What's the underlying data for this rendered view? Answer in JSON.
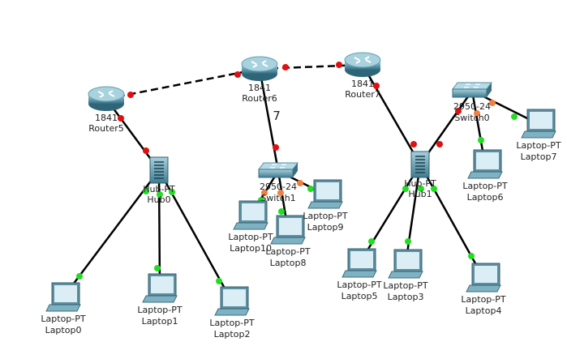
{
  "devices": [
    {
      "id": "router5",
      "type": "router",
      "model": "1841",
      "name": "Router5"
    },
    {
      "id": "router6",
      "type": "router",
      "model": "1841",
      "name": "Router6"
    },
    {
      "id": "router7",
      "type": "router",
      "model": "1841",
      "name": "Router7"
    },
    {
      "id": "hub0",
      "type": "hub",
      "model": "Hub-PT",
      "name": "Hub0"
    },
    {
      "id": "hub1",
      "type": "hub",
      "model": "Hub-PT",
      "name": "Hub1"
    },
    {
      "id": "switch1",
      "type": "switch",
      "model": "2950-24",
      "name": "Switch1"
    },
    {
      "id": "switch0",
      "type": "switch",
      "model": "2950-24",
      "name": "Switch0"
    },
    {
      "id": "laptop0",
      "type": "laptop",
      "model": "Laptop-PT",
      "name": "Laptop0"
    },
    {
      "id": "laptop1",
      "type": "laptop",
      "model": "Laptop-PT",
      "name": "Laptop1"
    },
    {
      "id": "laptop2",
      "type": "laptop",
      "model": "Laptop-PT",
      "name": "Laptop2"
    },
    {
      "id": "laptop10",
      "type": "laptop",
      "model": "Laptop-PT",
      "name": "Laptop10"
    },
    {
      "id": "laptop8",
      "type": "laptop",
      "model": "Laptop-PT",
      "name": "Laptop8"
    },
    {
      "id": "laptop9",
      "type": "laptop",
      "model": "Laptop-PT",
      "name": "Laptop9"
    },
    {
      "id": "laptop5",
      "type": "laptop",
      "model": "Laptop-PT",
      "name": "Laptop5"
    },
    {
      "id": "laptop3",
      "type": "laptop",
      "model": "Laptop-PT",
      "name": "Laptop3"
    },
    {
      "id": "laptop4",
      "type": "laptop",
      "model": "Laptop-PT",
      "name": "Laptop4"
    },
    {
      "id": "laptop6",
      "type": "laptop",
      "model": "Laptop-PT",
      "name": "Laptop6"
    },
    {
      "id": "laptop7",
      "type": "laptop",
      "model": "Laptop-PT",
      "name": "Laptop7"
    }
  ],
  "links": [
    {
      "from": "router5",
      "to": "router6",
      "cable": "serial",
      "status_from": "down",
      "status_to": "down"
    },
    {
      "from": "router6",
      "to": "router7",
      "cable": "serial",
      "status_from": "down",
      "status_to": "down"
    },
    {
      "from": "router5",
      "to": "hub0",
      "cable": "straight",
      "status_from": "down",
      "status_to": "down"
    },
    {
      "from": "router6",
      "to": "switch1",
      "cable": "straight",
      "status_from": "none",
      "status_to": "down"
    },
    {
      "from": "router7",
      "to": "hub1",
      "cable": "straight",
      "status_from": "down",
      "status_to": "down"
    },
    {
      "from": "hub1",
      "to": "switch0",
      "cable": "straight",
      "status_from": "down",
      "status_to": "down"
    },
    {
      "from": "switch0",
      "to": "laptop6",
      "cable": "straight",
      "status_from": "blocking",
      "status_to": "up"
    },
    {
      "from": "switch0",
      "to": "laptop7",
      "cable": "straight",
      "status_from": "blocking",
      "status_to": "up"
    },
    {
      "from": "hub0",
      "to": "laptop0",
      "cable": "straight",
      "status_from": "up",
      "status_to": "up"
    },
    {
      "from": "hub0",
      "to": "laptop1",
      "cable": "straight",
      "status_from": "up",
      "status_to": "up"
    },
    {
      "from": "hub0",
      "to": "laptop2",
      "cable": "straight",
      "status_from": "up",
      "status_to": "up"
    },
    {
      "from": "switch1",
      "to": "laptop10",
      "cable": "straight",
      "status_from": "blocking",
      "status_to": "up"
    },
    {
      "from": "switch1",
      "to": "laptop8",
      "cable": "straight",
      "status_from": "blocking",
      "status_to": "up"
    },
    {
      "from": "switch1",
      "to": "laptop9",
      "cable": "straight",
      "status_from": "blocking",
      "status_to": "up"
    },
    {
      "from": "hub1",
      "to": "laptop5",
      "cable": "straight",
      "status_from": "up",
      "status_to": "up"
    },
    {
      "from": "hub1",
      "to": "laptop3",
      "cable": "straight",
      "status_from": "up",
      "status_to": "up"
    },
    {
      "from": "hub1",
      "to": "laptop4",
      "cable": "straight",
      "status_from": "up",
      "status_to": "up"
    }
  ],
  "annotations": [
    {
      "text": "7"
    }
  ],
  "colors": {
    "down": "#e01010",
    "up": "#22dd22",
    "blocking": "#f08040",
    "cable": "#000000"
  }
}
